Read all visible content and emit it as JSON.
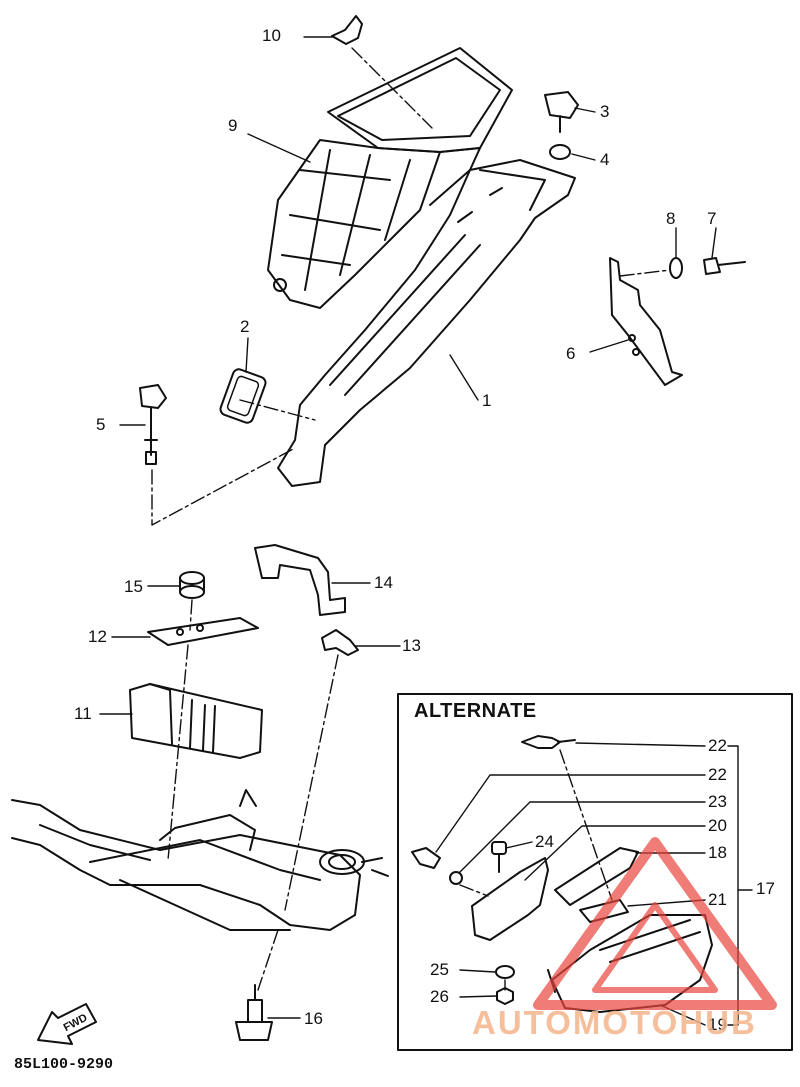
{
  "alternate_label": "ALTERNATE",
  "diagram_code": "85L100-9290",
  "fwd_label": "FWD",
  "watermark": "AUTOMOTOHUB",
  "watermark_color": "#e8453c",
  "parts": [
    {
      "id": "p1",
      "label": "1"
    },
    {
      "id": "p2",
      "label": "2"
    },
    {
      "id": "p3",
      "label": "3"
    },
    {
      "id": "p4",
      "label": "4"
    },
    {
      "id": "p5",
      "label": "5"
    },
    {
      "id": "p6",
      "label": "6"
    },
    {
      "id": "p7",
      "label": "7"
    },
    {
      "id": "p8",
      "label": "8"
    },
    {
      "id": "p9",
      "label": "9"
    },
    {
      "id": "p10",
      "label": "10"
    },
    {
      "id": "p11",
      "label": "11"
    },
    {
      "id": "p12",
      "label": "12"
    },
    {
      "id": "p13",
      "label": "13"
    },
    {
      "id": "p14",
      "label": "14"
    },
    {
      "id": "p15",
      "label": "15"
    },
    {
      "id": "p16",
      "label": "16"
    },
    {
      "id": "p17",
      "label": "17"
    },
    {
      "id": "p18",
      "label": "18"
    },
    {
      "id": "p19",
      "label": "19"
    },
    {
      "id": "p20",
      "label": "20"
    },
    {
      "id": "p21",
      "label": "21"
    },
    {
      "id": "p22a",
      "label": "22"
    },
    {
      "id": "p22b",
      "label": "22"
    },
    {
      "id": "p23",
      "label": "23"
    },
    {
      "id": "p24",
      "label": "24"
    },
    {
      "id": "p25",
      "label": "25"
    },
    {
      "id": "p26",
      "label": "26"
    }
  ]
}
